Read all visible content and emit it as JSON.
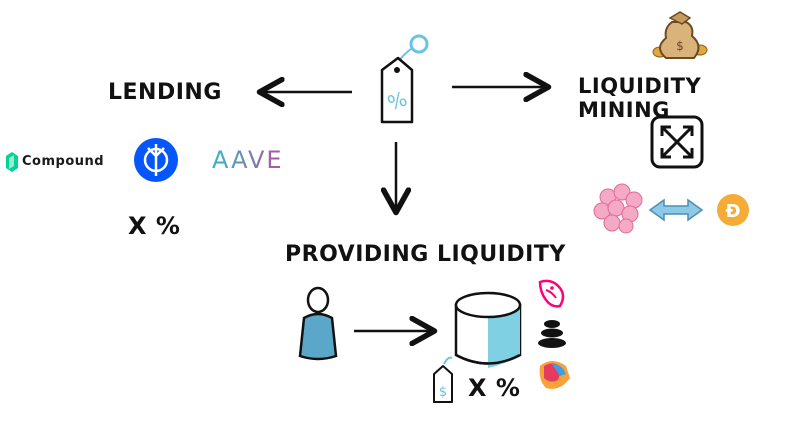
{
  "labels": {
    "lending": "LENDING",
    "liquidity_mining": "LIQUIDITY MINING",
    "providing_liquidity": "PROVIDING LIQUIDITY",
    "lending_rate": "X %",
    "lp_rate": "X %"
  },
  "protocols": {
    "compound": "Compound",
    "aave": "AAVE"
  },
  "icons": {
    "center": "percent-tag-icon",
    "yearn": "yearn-logo-icon",
    "moneybag": "money-bag-icon",
    "expand": "expand-arrows-icon",
    "sushi": "pink-cluster-icon",
    "swap": "double-arrow-icon",
    "dai": "dai-coin-icon",
    "person": "person-icon",
    "pool": "liquidity-pool-icon",
    "dollar_tag": "dollar-tag-icon",
    "uniswap": "uniswap-logo-icon",
    "balancer": "balancer-logo-icon",
    "curve": "curve-logo-icon"
  },
  "colors": {
    "compound": "#00d395",
    "yearn": "#0657f9",
    "aave_from": "#2ebac6",
    "aave_to": "#b6509e",
    "pool": "#7fd0e3",
    "sushi": "#f4a9c4",
    "dai": "#f5ac37",
    "arrow_blue": "#8ec9e8",
    "uniswap": "#ff007a",
    "person": "#5aa7c9"
  }
}
